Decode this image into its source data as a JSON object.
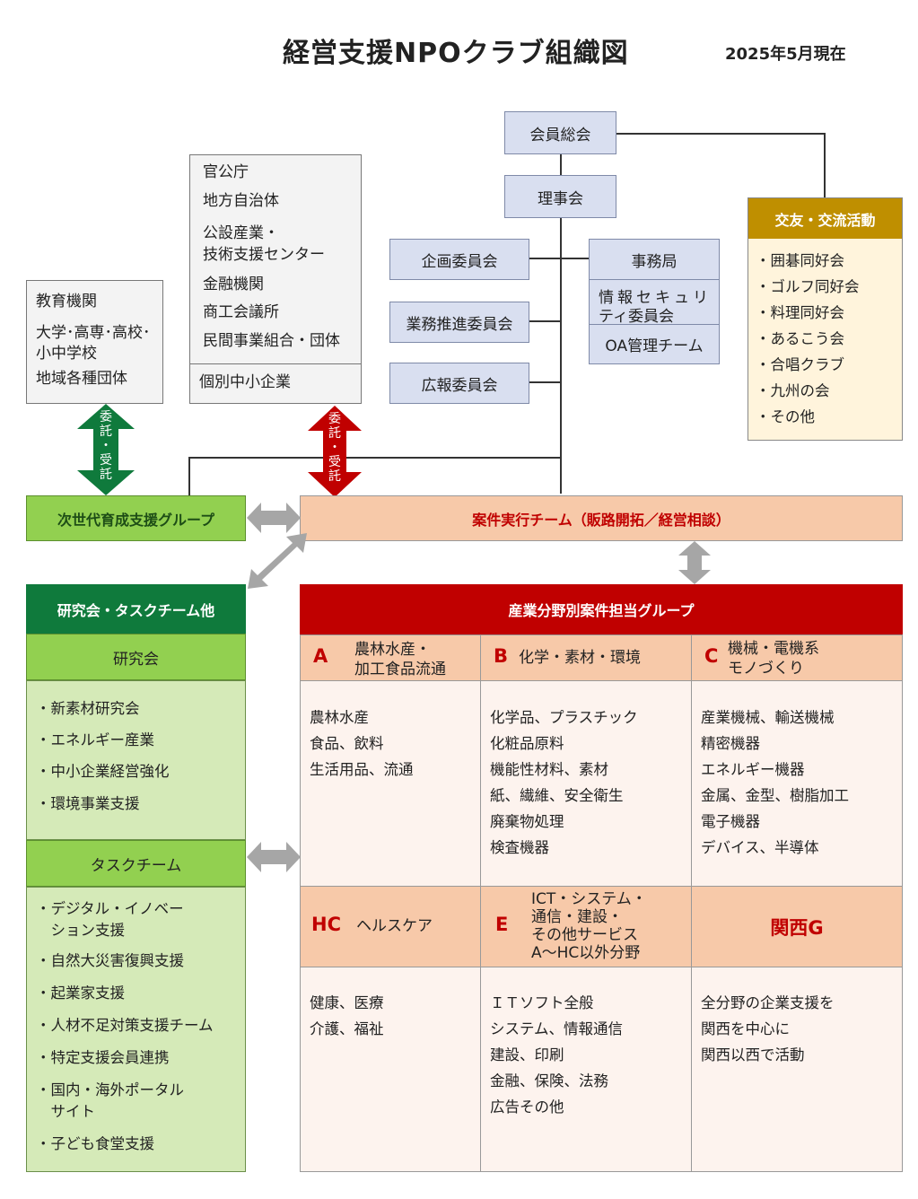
{
  "title": "経営支援NPOクラブ組織図",
  "date": "2025年5月現在",
  "top": {
    "general_meeting": "会員総会",
    "board": "理事会",
    "planning": "企画委員会",
    "promotion": "業務推進委員会",
    "pr": "広報委員会",
    "secretariat": "事務局",
    "security_1": "情報セキュリ",
    "security_2": "ティ委員会",
    "oa": "OA管理チーム"
  },
  "external": {
    "items": [
      "官公庁",
      "地方自治体",
      "公設産業・",
      "技術支援センター",
      "金融機関",
      "商工会議所",
      "民間事業組合・団体"
    ],
    "sme": "個別中小企業"
  },
  "education": {
    "items": [
      "教育機関",
      "大学･高専･高校･",
      "小中学校",
      "地域各種団体"
    ]
  },
  "exchange": {
    "header": "交友・交流活動",
    "items": [
      "・囲碁同好会",
      "・ゴルフ同好会",
      "・料理同好会",
      "・あるこう会",
      "・合唱クラブ",
      "・九州の会",
      "・その他"
    ]
  },
  "arrows": {
    "left": [
      "委",
      "託",
      "・",
      "受",
      "託"
    ],
    "right": [
      "委",
      "託",
      "・",
      "受",
      "託"
    ]
  },
  "next_gen": "次世代育成支援グループ",
  "project_team": "案件実行チーム（販路開拓／経営相談）",
  "research": {
    "header": "研究会・タスクチーム他",
    "study_label": "研究会",
    "study_items": [
      "・新素材研究会",
      "・エネルギー産業",
      "・中小企業経営強化",
      "・環境事業支援"
    ],
    "task_label": "タスクチーム",
    "task_items": [
      "・デジタル・イノベー",
      "　ション支援",
      "・自然大災害復興支援",
      "・起業家支援",
      "・人材不足対策支援チーム",
      "・特定支援会員連携",
      "・国内・海外ポータル",
      "　サイト",
      "・子ども食堂支援"
    ]
  },
  "industry": {
    "header": "産業分野別案件担当グループ",
    "a": {
      "letter": "A",
      "label1": "農林水産・",
      "label2": "加工食品流通",
      "items": [
        "農林水産",
        "食品、飲料",
        "生活用品、流通"
      ]
    },
    "b": {
      "letter": "B",
      "label1": "化学・素材・環境",
      "items": [
        "化学品、プラスチック",
        "化粧品原料",
        "機能性材料、素材",
        "紙、繊維、安全衛生",
        "廃棄物処理",
        "検査機器"
      ]
    },
    "c": {
      "letter": "C",
      "label1": "機械・電機系",
      "label2": "モノづくり",
      "items": [
        "産業機械、輸送機械",
        "精密機器",
        "エネルギー機器",
        "金属、金型、樹脂加工",
        "電子機器",
        "デバイス、半導体"
      ]
    },
    "hc": {
      "letter": "HC",
      "label1": "ヘルスケア",
      "items": [
        "健康、医療",
        "介護、福祉"
      ]
    },
    "e": {
      "letter": "E",
      "label1": "ICT・システム・",
      "label2": "通信・建設・",
      "label3": "その他サービス",
      "label4": "A～HC以外分野",
      "items": [
        "ＩＴソフト全般",
        "システム、情報通信",
        "建設、印刷",
        "金融、保険、法務",
        "広告その他"
      ]
    },
    "kansai": {
      "letter": "関西G",
      "items": [
        "全分野の企業支援を",
        "関西を中心に",
        "関西以西で活動"
      ]
    }
  },
  "colors": {
    "red": "#c00000",
    "dark_green": "#0f7a3c",
    "light_green": "#92d050",
    "gold": "#bf8f00",
    "blue_box": "#d9dff0",
    "peach": "#f7c9a9"
  }
}
